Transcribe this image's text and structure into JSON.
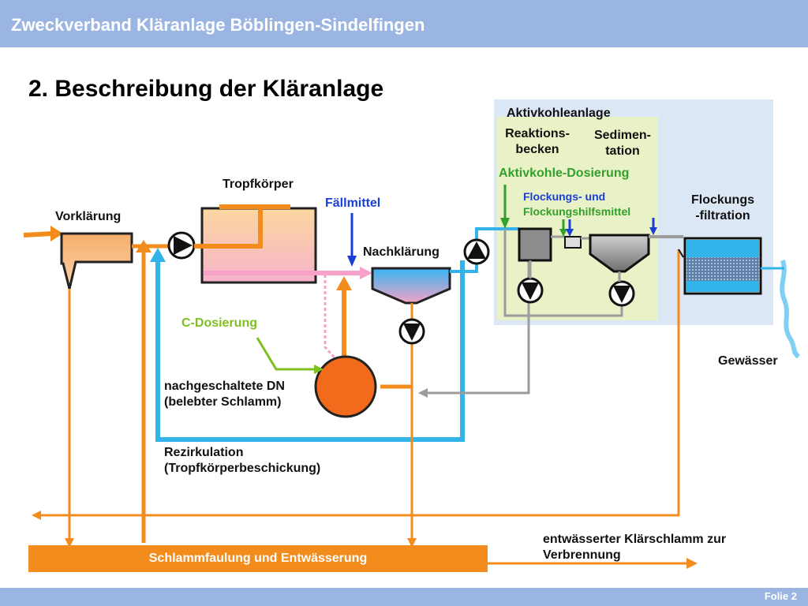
{
  "header": {
    "title": "Zweckverband Kläranlage Böblingen-Sindelfingen"
  },
  "footer": {
    "slide_label": "Folie 2"
  },
  "slide": {
    "title": "2. Beschreibung der Kläranlage"
  },
  "labels": {
    "vorklaerung": "Vorklärung",
    "tropfkoerper": "Tropfkörper",
    "faellmittel": "Fällmittel",
    "nachklaerung": "Nachklärung",
    "aktivkohleanlage": "Aktivkohleanlage",
    "reaktionsbecken_1": "Reaktions-",
    "reaktionsbecken_2": "becken",
    "sedimentation_1": "Sedimen-",
    "sedimentation_2": "tation",
    "aktivkohle_dosierung": "Aktivkohle-Dosierung",
    "flockungsmittel_1": "Flockungs- und",
    "flockungsmittel_2": "Flockungshilfsmittel",
    "flockungsfiltration_1": "Flockungs",
    "flockungsfiltration_2": "-filtration",
    "gewaesser": "Gewässer",
    "c_dosierung": "C-Dosierung",
    "dn_1": "nachgeschaltete DN",
    "dn_2": "(belebter Schlamm)",
    "rezirkulation_1": "Rezirkulation",
    "rezirkulation_2": "(Tropfkörperbeschickung)",
    "schlammfaulung": "Schlammfaulung und Entwässerung",
    "klaerschlamm_1": "entwässerter Klärschlamm zur",
    "klaerschlamm_2": "Verbrennung"
  },
  "colors": {
    "header": "#9bb5e2",
    "sludge": "#f28c1c",
    "water": "#32b4ea",
    "pink": "#f7a1c9",
    "gray": "#9c9c9c",
    "activated_carbon_area": "#dce7f5",
    "activated_carbon_inner": "#e9f2c6",
    "blue_arrow": "#1a3fd6",
    "green_arrow": "#33a02c"
  }
}
